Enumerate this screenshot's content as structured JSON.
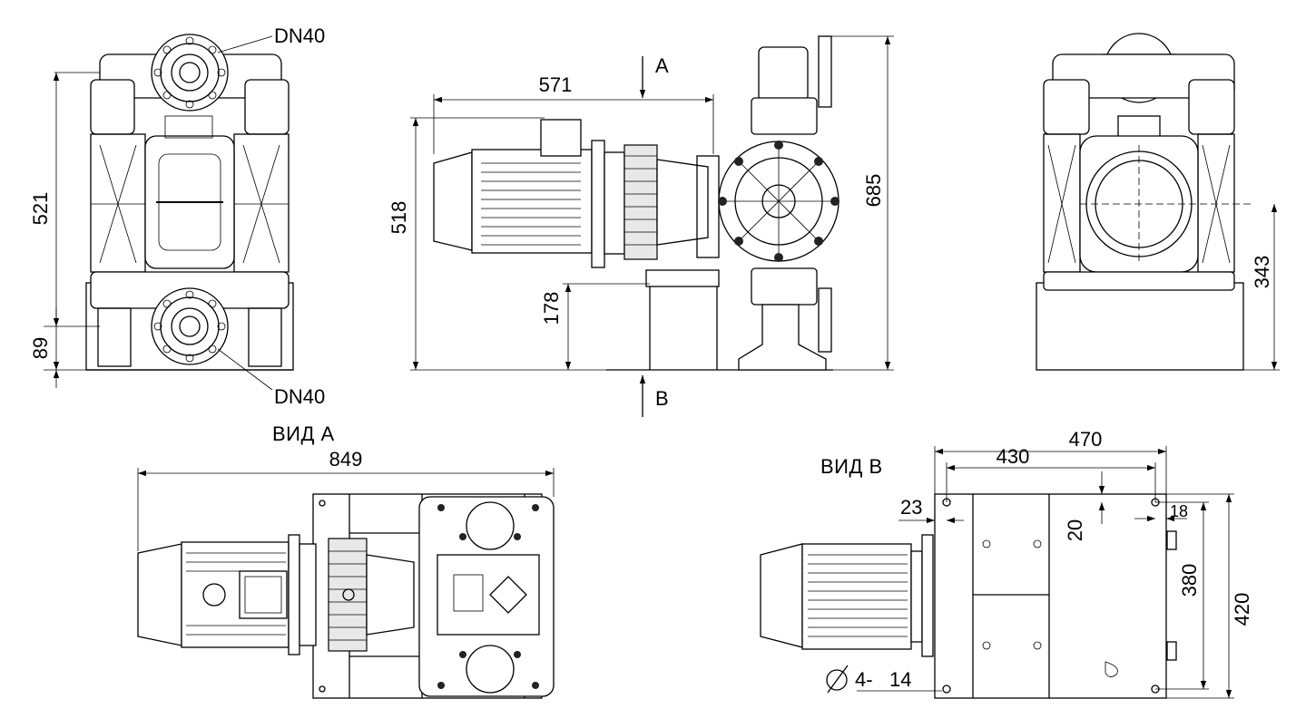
{
  "views": {
    "front": {
      "label_top_port": "DN40",
      "label_bottom_port": "DN40",
      "dim_height": "521",
      "dim_base": "89"
    },
    "side": {
      "dim_length": "571",
      "dim_height_motor": "518",
      "dim_total_height": "685",
      "dim_support": "178",
      "arrow_a": "A",
      "arrow_b": "B"
    },
    "rear": {
      "dim_axis": "343"
    },
    "view_a": {
      "title": "ВИД А",
      "dim_total_length": "849"
    },
    "view_b": {
      "title": "ВИД В",
      "dim_outer_width": "470",
      "dim_inner_width": "430",
      "dim_left_offset": "23",
      "dim_right_offset": "18",
      "dim_top_offset": "20",
      "dim_inner_depth": "380",
      "dim_outer_depth": "420",
      "holes_prefix": "4-",
      "holes_diameter": "14"
    }
  },
  "colors": {
    "line": "#000000",
    "background": "#ffffff"
  }
}
